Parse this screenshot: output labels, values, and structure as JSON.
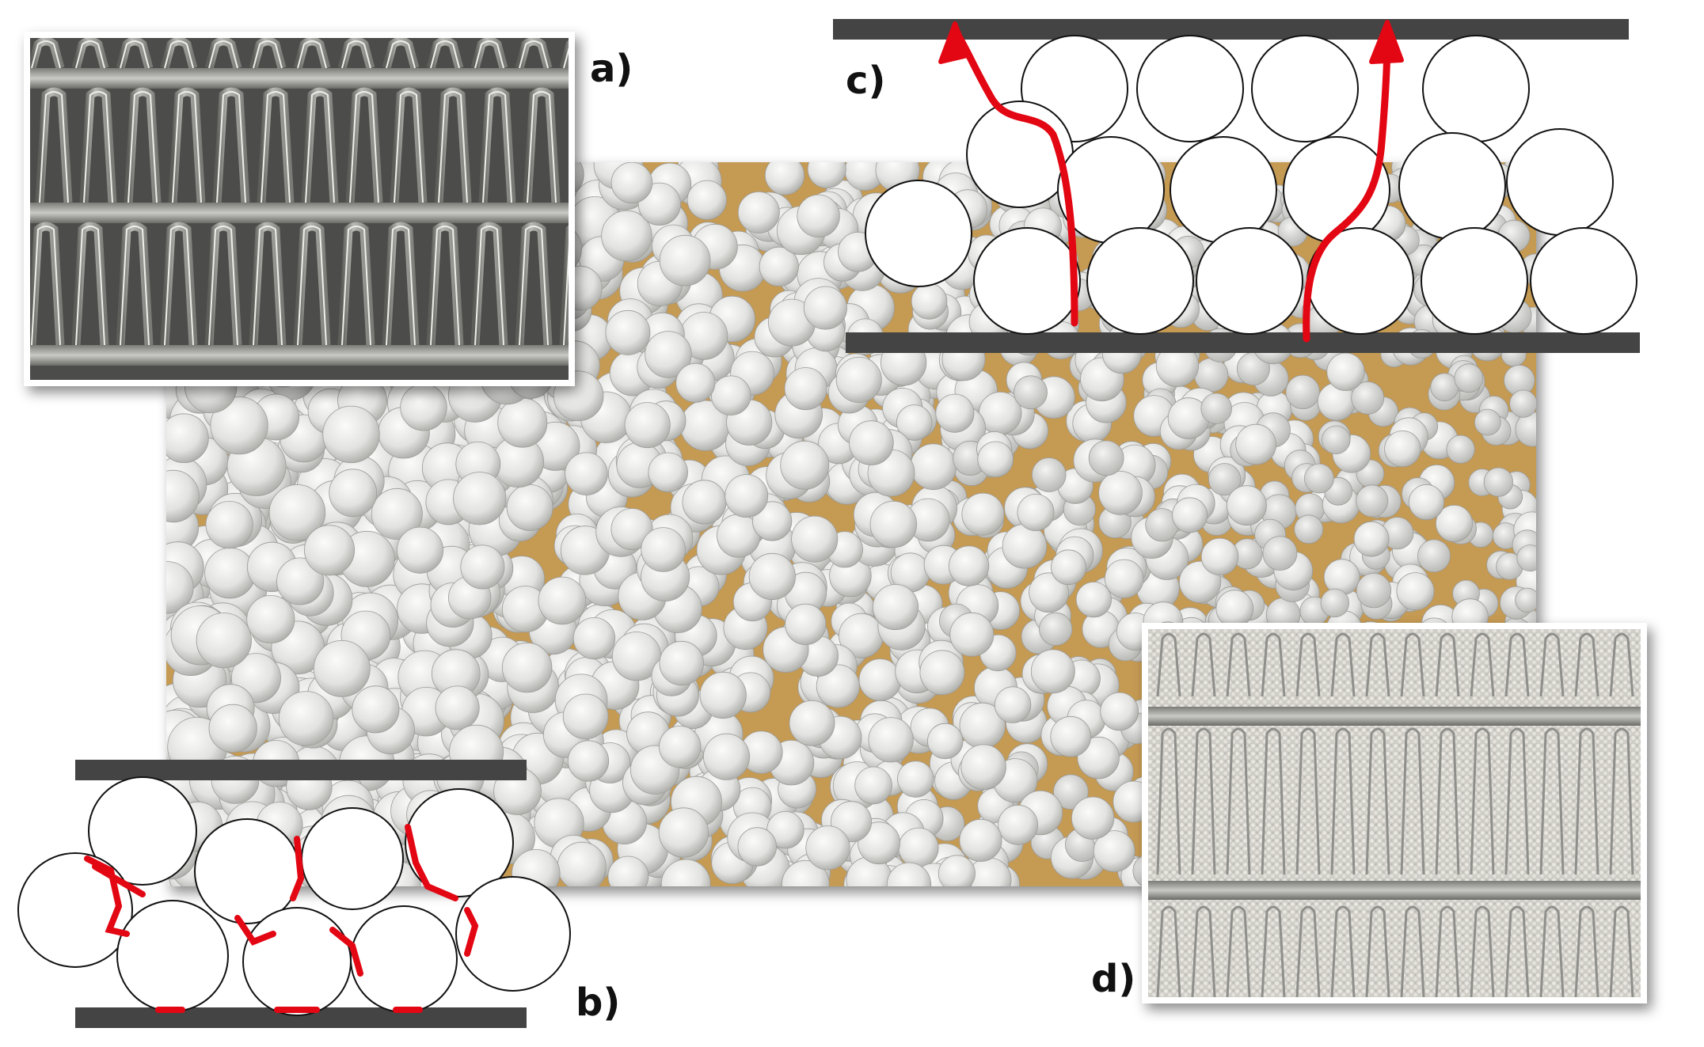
{
  "panels": [
    {
      "id": "a",
      "label": "a)"
    },
    {
      "id": "b",
      "label": "b)"
    },
    {
      "id": "c",
      "label": "c)"
    },
    {
      "id": "d",
      "label": "d)"
    }
  ],
  "colors": {
    "plate": "#444444",
    "contact_highlight": "#e30613",
    "flow_arrow": "#e30613",
    "sphere_fill": "#ffffff",
    "sphere_stroke": "#111111",
    "photo_background": "#c59a52",
    "granule": "#e8e8e6",
    "fin_metal": "#a9a9a5"
  },
  "icons": {
    "fin_photo": "corrugated-fin-heat-exchanger-icon",
    "granule_photo": "adsorbent-granules-icon",
    "coated_fin_photo": "granule-coated-fin-icon",
    "flow_arrow": "arrow-up-icon"
  }
}
